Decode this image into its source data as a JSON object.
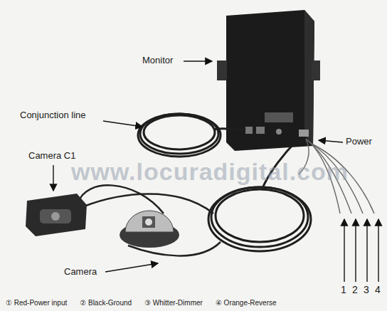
{
  "diagram": {
    "labels": [
      "Monitor",
      "Conjunction line",
      "Camera C1",
      "Camera",
      "Power",
      "www.locuradigital.com",
      "1",
      "2",
      "3",
      "4",
      "① Red-Power input",
      "② Black-Ground",
      "③ Whitter-Dimmer",
      "④ Orange-Reverse"
    ]
  }
}
